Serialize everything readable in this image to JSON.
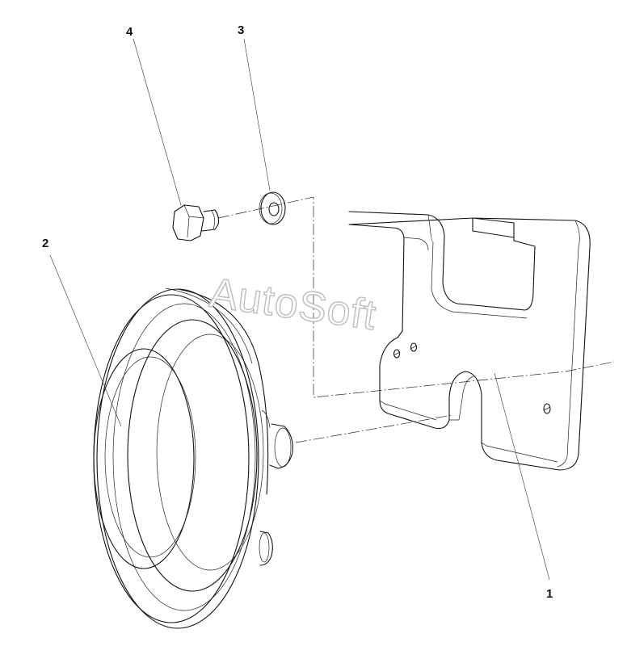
{
  "diagram": {
    "callouts": [
      {
        "id": "1",
        "label": "1"
      },
      {
        "id": "2",
        "label": "2"
      },
      {
        "id": "3",
        "label": "3"
      },
      {
        "id": "4",
        "label": "4"
      }
    ],
    "watermark": "AutoSoft"
  }
}
